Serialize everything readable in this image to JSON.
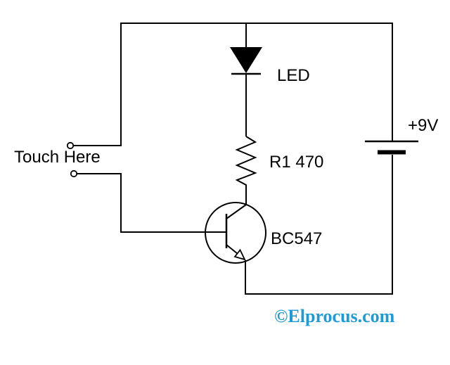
{
  "circuit": {
    "labels": {
      "touch": "Touch Here",
      "led": "LED",
      "resistor": "R1 470",
      "transistor": "BC547",
      "battery": "+9V"
    },
    "watermark": {
      "text": "©Elprocus.com",
      "color": "#1E9BD7"
    },
    "colors": {
      "wire": "#000000",
      "label_text": "#000000",
      "background": "#FFFFFF"
    }
  }
}
